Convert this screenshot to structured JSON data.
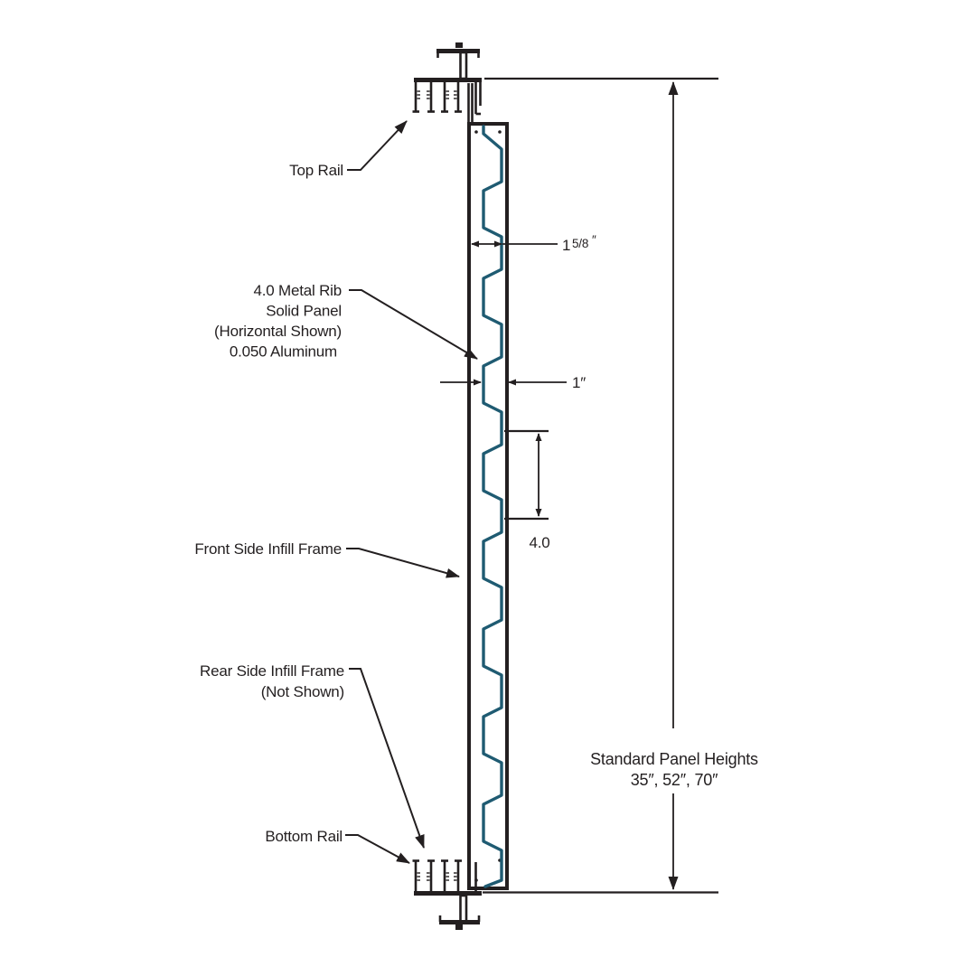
{
  "diagram": {
    "labels": {
      "top_rail": "Top Rail",
      "metal_rib_line1": "4.0 Metal Rib",
      "metal_rib_line2": "Solid Panel",
      "metal_rib_line3": "(Horizontal Shown)",
      "metal_rib_line4": "0.050 Aluminum",
      "front_infill": "Front Side Infill Frame",
      "rear_infill_line1": "Rear Side Infill Frame",
      "rear_infill_line2": "(Not Shown)",
      "bottom_rail": "Bottom Rail"
    },
    "dimensions": {
      "panel_thickness_whole": "1",
      "panel_thickness_fraction": "5/8",
      "panel_thickness_unit": "″",
      "rib_depth": "1″",
      "rib_pitch": "4.0"
    },
    "annotations": {
      "panel_heights_title": "Standard Panel Heights",
      "panel_heights_values": "35″, 52″, 70″"
    },
    "colors": {
      "line": "#231f20",
      "rib": "#1f5b72",
      "background": "#ffffff"
    }
  }
}
